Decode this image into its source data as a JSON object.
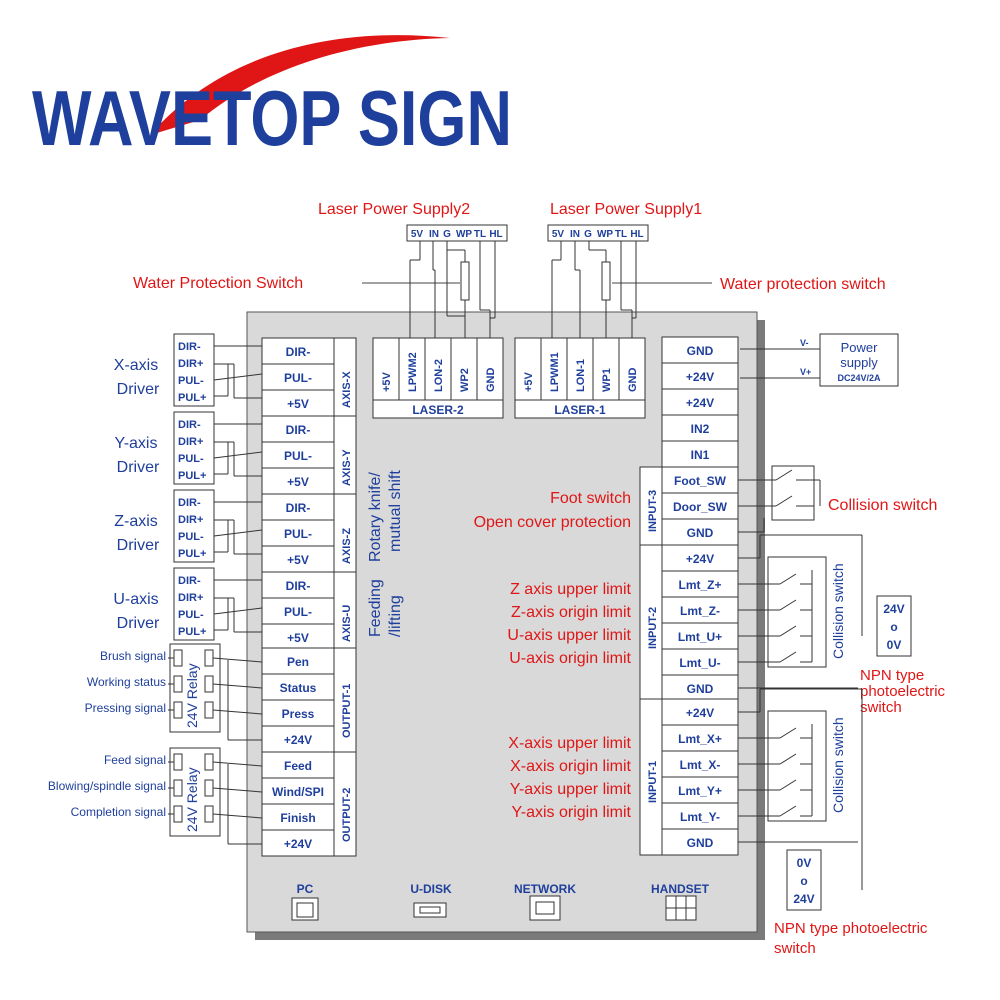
{
  "brand": {
    "name": "WAVETOP SIGN"
  },
  "laser_supplies": {
    "ps2": {
      "title": "Laser Power Supply2",
      "pins": [
        "5V",
        "IN",
        "G",
        "WP",
        "TL",
        "HL"
      ]
    },
    "ps1": {
      "title": "Laser Power Supply1",
      "pins": [
        "5V",
        "IN",
        "G",
        "WP",
        "TL",
        "HL"
      ]
    }
  },
  "water_labels": {
    "left": "Water Protection Switch",
    "right": "Water protection switch"
  },
  "laser_ports": {
    "laser2": {
      "title": "LASER-2",
      "pins": [
        "+5V",
        "LPWM2",
        "LON-2",
        "WP2",
        "GND"
      ]
    },
    "laser1": {
      "title": "LASER-1",
      "pins": [
        "+5V",
        "LPWM1",
        "LON-1",
        "WP1",
        "GND"
      ]
    }
  },
  "power_block": {
    "pins": [
      "GND",
      "+24V",
      "+24V",
      "IN2",
      "IN1"
    ],
    "supply": {
      "title": "Power supply",
      "spec": "DC24V/2A",
      "vminus": "V-",
      "vplus": "V+"
    }
  },
  "axes": [
    {
      "label": "X-axis Driver",
      "port": "AXIS-X",
      "driver_pins": [
        "DIR-",
        "DIR+",
        "PUL-",
        "PUL+"
      ],
      "pins": [
        "DIR-",
        "PUL-",
        "+5V"
      ]
    },
    {
      "label": "Y-axis Driver",
      "port": "AXIS-Y",
      "driver_pins": [
        "DIR-",
        "DIR+",
        "PUL-",
        "PUL+"
      ],
      "pins": [
        "DIR-",
        "PUL-",
        "+5V"
      ]
    },
    {
      "label": "Z-axis Driver",
      "port": "AXIS-Z",
      "driver_pins": [
        "DIR-",
        "DIR+",
        "PUL-",
        "PUL+"
      ],
      "pins": [
        "DIR-",
        "PUL-",
        "+5V"
      ]
    },
    {
      "label": "U-axis Driver",
      "port": "AXIS-U",
      "driver_pins": [
        "DIR-",
        "DIR+",
        "PUL-",
        "PUL+"
      ],
      "pins": [
        "DIR-",
        "PUL-",
        "+5V"
      ]
    }
  ],
  "axis_note": {
    "line1": "Rotary knife/",
    "line2": "mutual shift",
    "line3": "Feeding",
    "line4": "/lifting"
  },
  "output1": {
    "title": "OUTPUT-1",
    "pins": [
      "Pen",
      "Status",
      "Press",
      "+24V"
    ],
    "relay": "24V Relay",
    "signals": [
      "Brush signal",
      "Working status",
      "Pressing signal"
    ]
  },
  "output2": {
    "title": "OUTPUT-2",
    "pins": [
      "Feed",
      "Wind/SPI",
      "Finish",
      "+24V"
    ],
    "relay": "24V Relay",
    "signals": [
      "Feed signal",
      "Blowing/spindle signal",
      "Completion signal"
    ]
  },
  "input3": {
    "title": "INPUT-3",
    "pins": [
      "Foot_SW",
      "Door_SW",
      "GND"
    ],
    "labels": [
      "Foot switch",
      "Open cover protection"
    ],
    "switch_label": "Collision switch"
  },
  "input2": {
    "title": "INPUT-2",
    "pins": [
      "+24V",
      "Lmt_Z+",
      "Lmt_Z-",
      "Lmt_U+",
      "Lmt_U-",
      "GND"
    ],
    "labels": [
      "Z axis upper limit",
      "Z-axis origin limit",
      "U-axis upper limit",
      "U-axis origin limit"
    ],
    "switch_label": "Collision switch",
    "vbox": [
      "24V",
      "o",
      "0V"
    ],
    "npn": [
      "NPN type",
      "photoelectric",
      "switch"
    ]
  },
  "input1": {
    "title": "INPUT-1",
    "pins": [
      "+24V",
      "Lmt_X+",
      "Lmt_X-",
      "Lmt_Y+",
      "Lmt_Y-",
      "GND"
    ],
    "labels": [
      "X-axis upper limit",
      "X-axis origin limit",
      "Y-axis upper limit",
      "Y-axis origin limit"
    ],
    "switch_label": "Collision switch",
    "vbox": [
      "0V",
      "o",
      "24V"
    ],
    "npn": [
      "NPN type photoelectric",
      "switch"
    ]
  },
  "bottom_ports": [
    "PC",
    "U-DISK",
    "NETWORK",
    "HANDSET"
  ],
  "colors": {
    "blue": "#1f3f9c",
    "red": "#e01616",
    "board": "#d9d9d9",
    "shadow": "#7a7a7a"
  }
}
